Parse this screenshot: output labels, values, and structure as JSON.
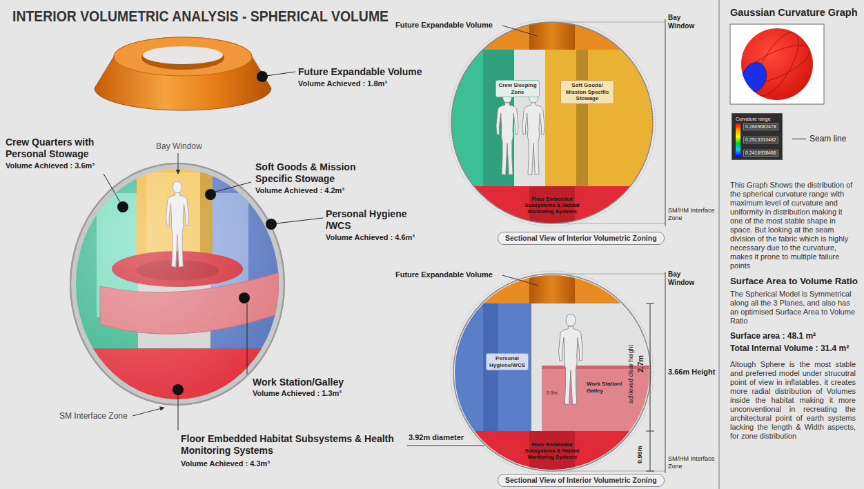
{
  "diagram": {
    "title": "INTERIOR VOLUMETRIC ANALYSIS - SPHERICAL VOLUME",
    "nodes": [
      {
        "text": [
          "Crew Sleeping Zone"
        ]
      },
      {
        "text": [
          "Soft Goods/ Mission Specific Stowage"
        ]
      },
      {
        "text": [
          "Sectional View of Interior Volumetric Zoning"
        ]
      },
      {
        "text": [
          "Personal Hygiene/WCS"
        ]
      },
      {
        "text": [
          "Sectional View of Interior Volumetric Zoning"
        ]
      },
      {
        "text": [
          "Curvature range",
          "0.2609682478",
          "0.2513310482",
          "0.2416938486"
        ]
      }
    ],
    "labels": [
      "Future Expandable Volume",
      "Volume Achieved : 1.8m³",
      "Bay Window",
      "Crew Quarters with Personal Stowage",
      "Volume Achieved : 3.6m³",
      "Soft Goods & Mission Specific Stowage",
      "Volume Achieved : 4.2m³",
      "Personal Hygiene /WCS",
      "Volume Achieved : 4.6m³",
      "Work Station/Galley",
      "Volume Achieved : 1.3m³",
      "SM Interface Zone",
      "Floor Embedded Habitat Subsystems & Health Monitoring Systems",
      "Volume Achieved : 4.3m³",
      "Future Expandable Volume",
      "Bay Window",
      "Floor Embedded Subsystems & Habitat Monitoring Systems",
      "SM/HM Interface Zone",
      "Future Expandable Volume",
      "Bay Window",
      "Work Station/ Galley",
      "0.9m",
      "achieved clear height",
      "2.7m",
      "3.66m Height",
      "0.96m",
      "Floor Embedded Subsystems & Habitat Monitoring Systems",
      "3.92m diameter",
      "SM/HM Interface Zone",
      "Gaussian Curvature Graph",
      "This Graph Shows the distribution of the spherical curvature range with maximum level of curvature and uniformity in distribution making it one of the most stable shape in space. But looking at the seam division of the fabric which is highly necessary due to the curvature, makes it prone to multiple failure points",
      "Surface Area to Volume Ratio",
      "The Spherical Model is Symmetrical along all the 3 Planes, and also has an optimised Surface Area to Volume Ratio",
      "Surface area : 48.1 m²",
      "Total Internal Volume : 31.4 m²",
      "Altough Sphere is the most stable and preferred model under strucutral point of view in inflatables, it creates more radial distribution of Volumes inside the habitat making it more unconventional in recreating the architectural point of earth systems lacking the length & Width aspects, for zone distribution"
    ],
    "legend": [
      {
        "text": "Seam line"
      }
    ]
  }
}
